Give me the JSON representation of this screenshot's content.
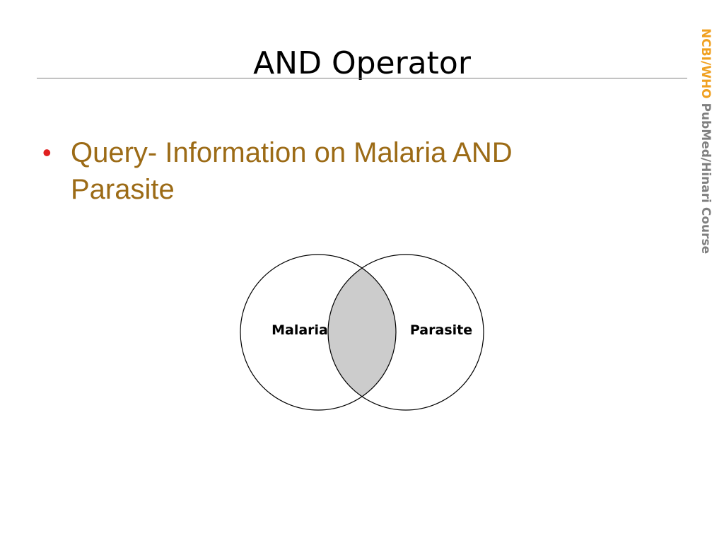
{
  "title": "AND Operator",
  "bullets": [
    {
      "text": "Query- Information on Malaria  AND Parasite"
    }
  ],
  "venn": {
    "left_label": "Malaria",
    "right_label": "Parasite",
    "overlap_fill": "#cccccc",
    "stroke": "#000000"
  },
  "side_label": {
    "org": "NCBI/WHO",
    "course": " PubMed/Hinari Course"
  },
  "colors": {
    "title": "#000000",
    "bullet_text": "#9c6b16",
    "bullet_marker": "#e02020",
    "side_org": "#f0a020",
    "side_course": "#7f7f7f"
  }
}
